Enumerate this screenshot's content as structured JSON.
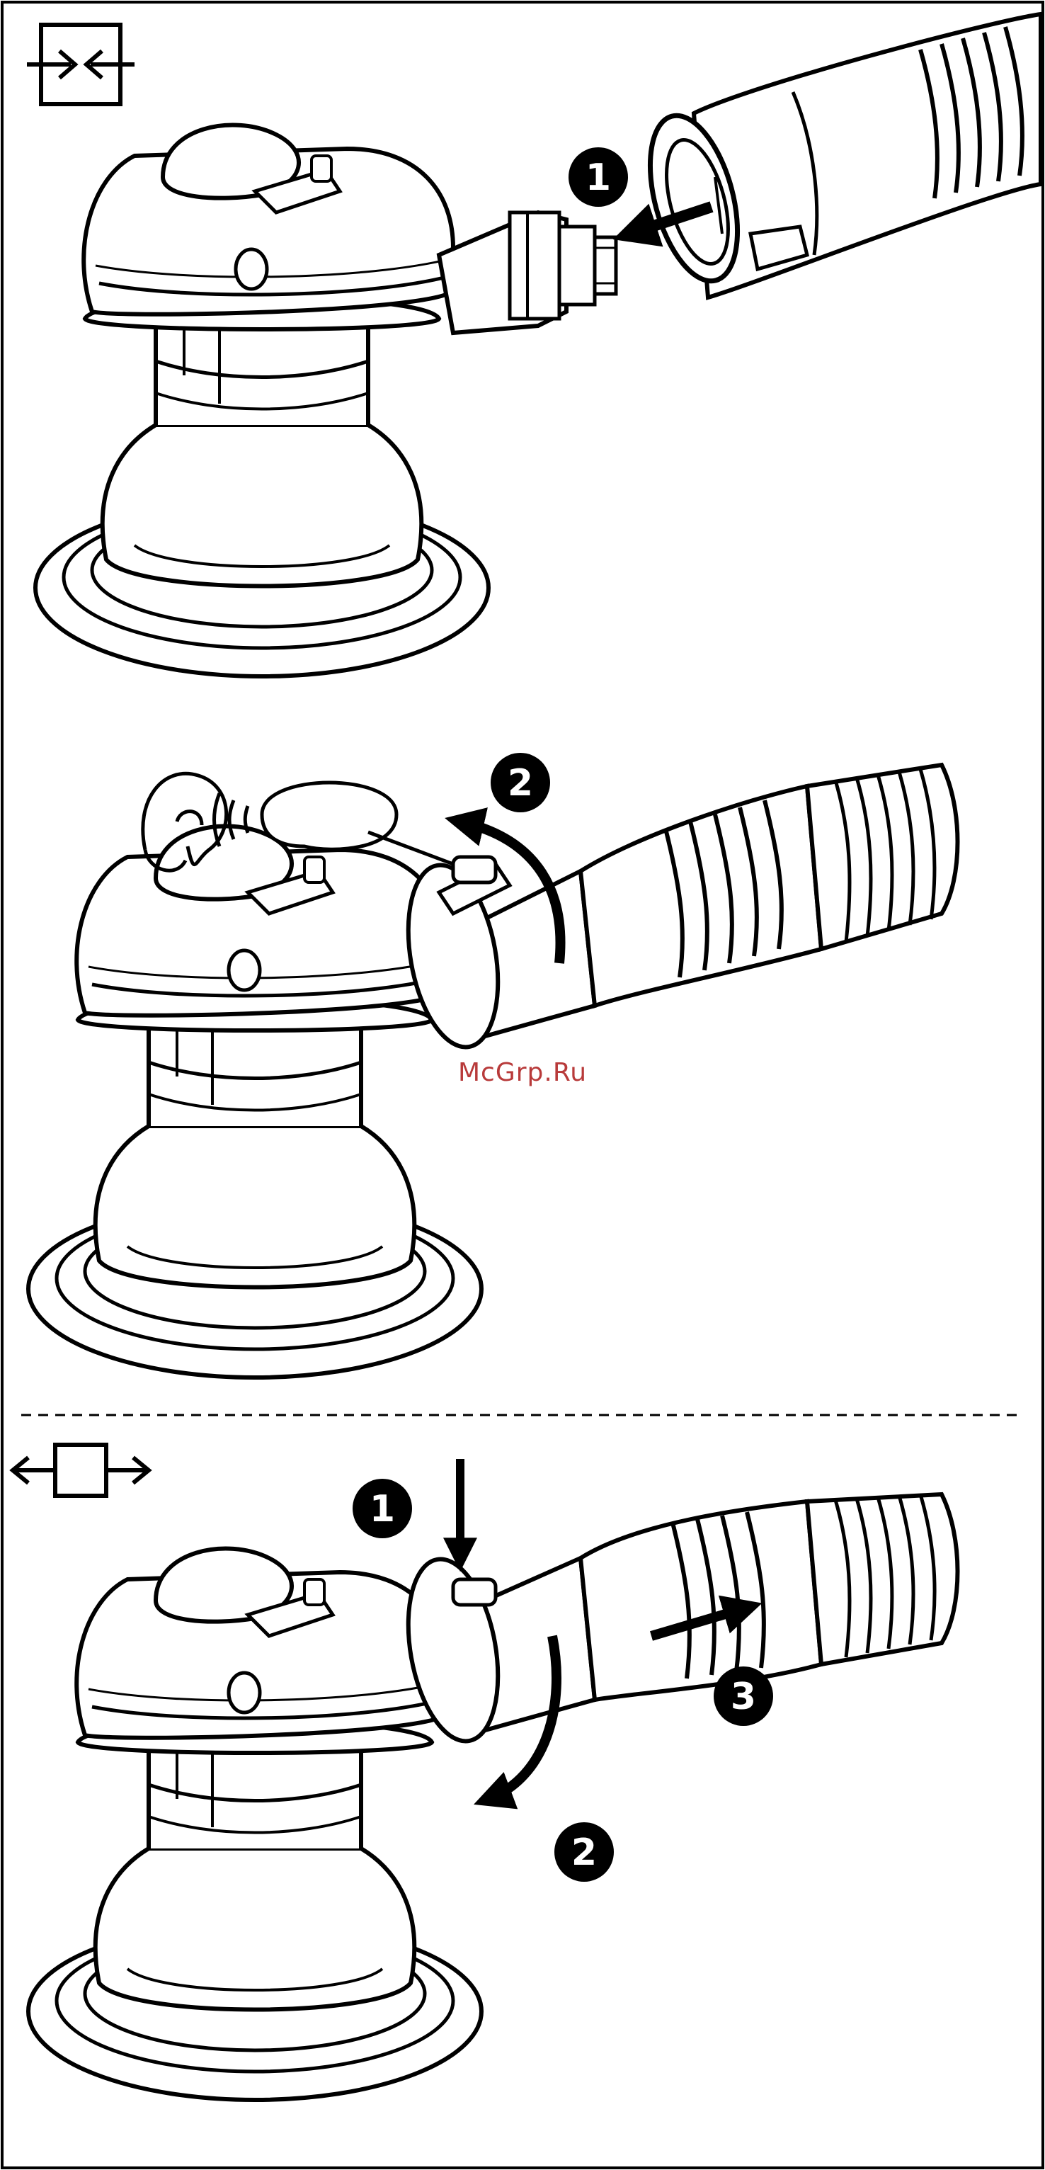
{
  "watermark": {
    "text": "McGrp.Ru",
    "color": "#b83a3a"
  },
  "colors": {
    "line": "#000000",
    "background": "#ffffff"
  },
  "panels": [
    {
      "name": "attach",
      "icon": "connect-arrows-icon",
      "steps": [
        {
          "label": "1"
        }
      ]
    },
    {
      "name": "lock-click",
      "icon": "ear-icon",
      "steps": [
        {
          "label": "2"
        }
      ]
    },
    {
      "name": "detach",
      "icon": "disconnect-arrows-icon",
      "steps": [
        {
          "label": "1"
        },
        {
          "label": "2"
        },
        {
          "label": "3"
        }
      ]
    }
  ]
}
